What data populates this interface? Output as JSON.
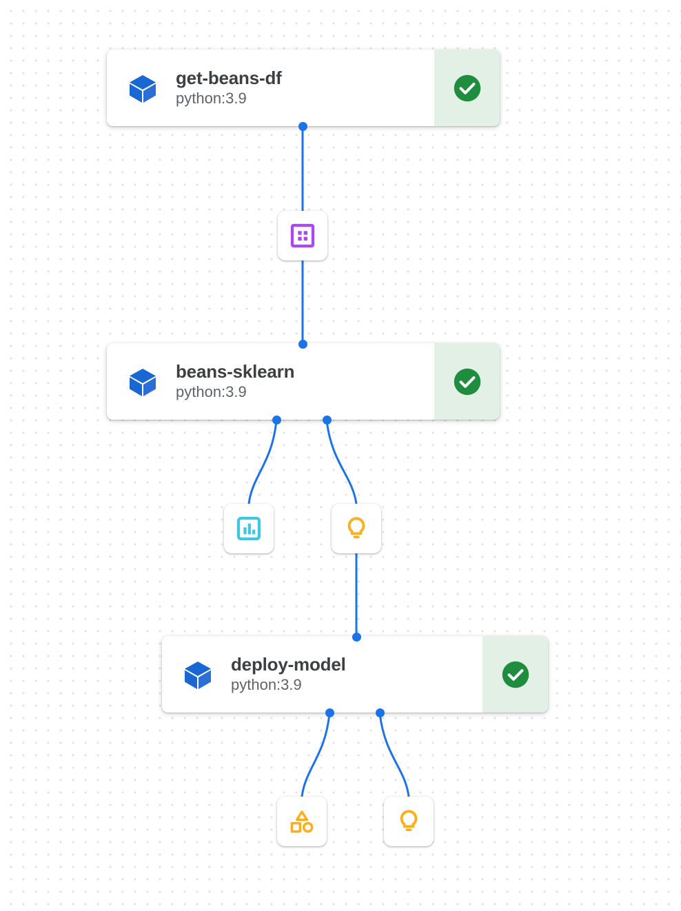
{
  "canvas": {
    "background_color": "#ffffff",
    "dot_color": "#e3e3e3",
    "edge_color": "#1a73e8",
    "port_color": "#1a73e8"
  },
  "nodes": [
    {
      "id": "get-beans-df",
      "title": "get-beans-df",
      "subtitle": "python:3.9",
      "icon": "component-cube-icon",
      "icon_color": "#1967d2",
      "status": "succeeded",
      "status_icon": "check-circle-icon",
      "status_color": "#1e8e3e",
      "status_bg": "#e3f0e6"
    },
    {
      "id": "beans-sklearn",
      "title": "beans-sklearn",
      "subtitle": "python:3.9",
      "icon": "component-cube-icon",
      "icon_color": "#1967d2",
      "status": "succeeded",
      "status_icon": "check-circle-icon",
      "status_color": "#1e8e3e",
      "status_bg": "#e3f0e6"
    },
    {
      "id": "deploy-model",
      "title": "deploy-model",
      "subtitle": "python:3.9",
      "icon": "component-cube-icon",
      "icon_color": "#1967d2",
      "status": "succeeded",
      "status_icon": "check-circle-icon",
      "status_color": "#1e8e3e",
      "status_bg": "#e3f0e6"
    }
  ],
  "artifacts": [
    {
      "id": "dataset-artifact",
      "icon": "dataset-grid-icon",
      "icon_color": "#ab47f5"
    },
    {
      "id": "metrics-artifact",
      "icon": "bar-chart-metrics-icon",
      "icon_color": "#3fc6e0"
    },
    {
      "id": "model-artifact",
      "icon": "lightbulb-icon",
      "icon_color": "#fbaf1b"
    },
    {
      "id": "classification-metrics-artifact",
      "icon": "shapes-icon",
      "icon_color": "#fbaf1b"
    },
    {
      "id": "endpoint-artifact",
      "icon": "lightbulb-icon",
      "icon_color": "#fbaf1b"
    }
  ]
}
